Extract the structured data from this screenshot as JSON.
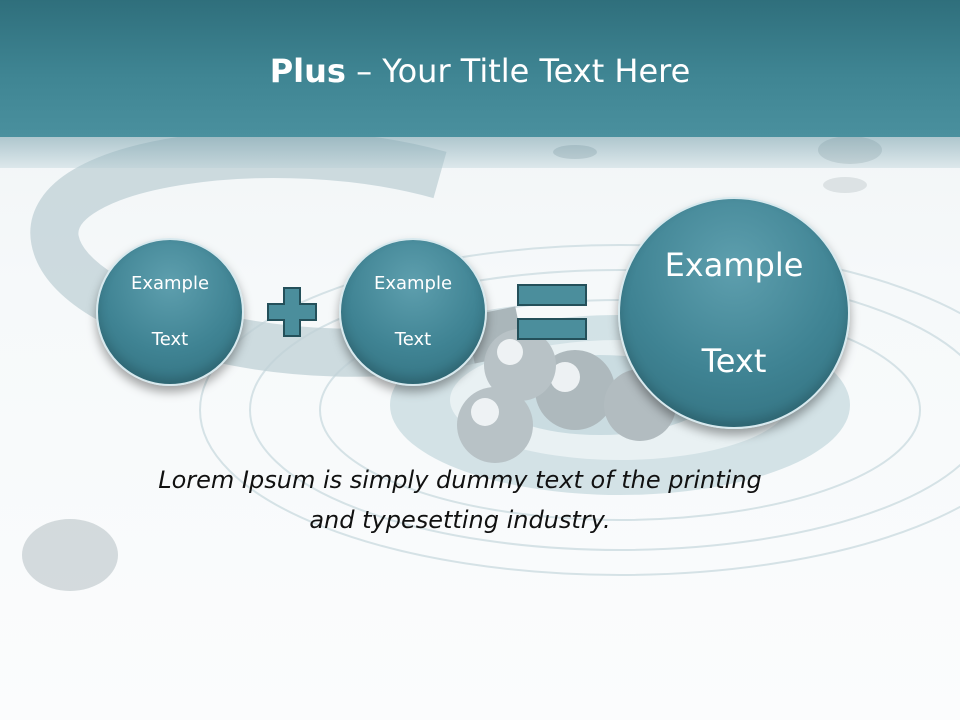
{
  "slide": {
    "title_bold": "Plus",
    "title_rest": " – Your Title Text Here",
    "circles": [
      {
        "line1": "Example",
        "line2": "Text"
      },
      {
        "line1": "Example",
        "line2": "Text"
      },
      {
        "line1": "Example",
        "line2": "Text"
      }
    ],
    "operators": [
      "plus-sign-icon",
      "equals-sign-icon"
    ],
    "caption_line1": "Lorem Ipsum is simply dummy text of the printing",
    "caption_line2": "and typesetting industry."
  },
  "colors": {
    "title_bar": "#3f8593",
    "circle_fill": "#3f8393",
    "operator_fill": "#4b8e9c",
    "text_dark": "#111111"
  }
}
